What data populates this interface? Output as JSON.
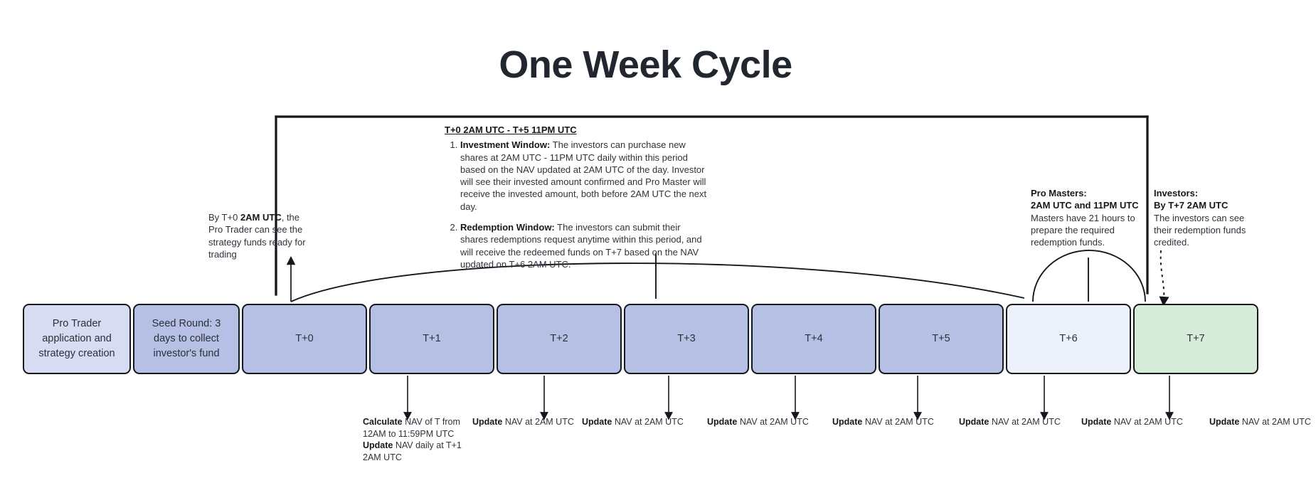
{
  "title": "One Week Cycle",
  "colors": {
    "stroke": "#14181d",
    "lilac": "#d7dcf2",
    "periwinkle": "#b6bfe4",
    "ice": "#edf1fb",
    "mint": "#d6ecd8",
    "text": "#2e333c",
    "background": "#ffffff"
  },
  "timeline": {
    "boxes": [
      {
        "id": "pro-trader-application",
        "label": "Pro Trader application and strategy creation",
        "fill": "#d7dcf2",
        "width": 152
      },
      {
        "id": "seed-round",
        "label": "Seed Round: 3 days  to collect investor's fund",
        "fill": "#b6bfe4",
        "width": 150
      },
      {
        "id": "t-plus-0",
        "label": "T+0",
        "fill": "#b6bfe4",
        "width": 176
      },
      {
        "id": "t-plus-1",
        "label": "T+1",
        "fill": "#b6bfe4",
        "width": 176
      },
      {
        "id": "t-plus-2",
        "label": "T+2",
        "fill": "#b6bfe4",
        "width": 176
      },
      {
        "id": "t-plus-3",
        "label": "T+3",
        "fill": "#b6bfe4",
        "width": 176
      },
      {
        "id": "t-plus-4",
        "label": "T+4",
        "fill": "#b6bfe4",
        "width": 176
      },
      {
        "id": "t-plus-5",
        "label": "T+5",
        "fill": "#b6bfe4",
        "width": 176
      },
      {
        "id": "t-plus-6",
        "label": "T+6",
        "fill": "#edf1fb",
        "width": 176
      },
      {
        "id": "t-plus-7",
        "label": "T+7",
        "fill": "#d6ecd8",
        "width": 176
      }
    ]
  },
  "notes": {
    "left": {
      "prefix": "By T+0 ",
      "bold": "2AM UTC",
      "suffix": ", the Pro Trader can see the strategy funds ready for trading"
    },
    "center": {
      "header": "T+0 2AM UTC - T+5 11PM UTC",
      "items": [
        {
          "bold": "Investment Window:",
          "text": " The investors can purchase new shares at 2AM UTC - 11PM UTC daily within this period based on the NAV updated at 2AM UTC of the day. Investor will see their invested amount confirmed and Pro Master will receive the invested amount, both before 2AM UTC the next day."
        },
        {
          "bold": "Redemption Window:",
          "text": " The investors can submit their shares redemptions request anytime within this period, and will receive the redeemed funds on T+7 based on the NAV updated on T+6 2AM UTC."
        }
      ]
    },
    "pro_masters": {
      "line1": "Pro Masters:",
      "line2": "2AM UTC and 11PM UTC",
      "body": "Masters have 21 hours to prepare the required redemption funds."
    },
    "investors": {
      "line1": "Investors:",
      "line2": "By T+7 2AM UTC",
      "body": "The investors can see their redemption funds credited."
    }
  },
  "nav_labels": [
    {
      "id": "nav-t0",
      "lines": [
        {
          "bold": "Calculate",
          "text": " NAV of T from"
        },
        {
          "bold": "",
          "text": "12AM to 11:59PM UTC"
        },
        {
          "bold": "Update",
          "text": " NAV daily at T+1"
        },
        {
          "bold": "",
          "text": "2AM UTC"
        }
      ]
    },
    {
      "id": "nav-t1",
      "lines": [
        {
          "bold": "Update",
          "text": " NAV at 2AM UTC"
        }
      ]
    },
    {
      "id": "nav-t2",
      "lines": [
        {
          "bold": "Update",
          "text": " NAV at 2AM UTC"
        }
      ]
    },
    {
      "id": "nav-t3",
      "lines": [
        {
          "bold": "Update",
          "text": " NAV at 2AM UTC"
        }
      ]
    },
    {
      "id": "nav-t4",
      "lines": [
        {
          "bold": "Update",
          "text": " NAV at 2AM UTC"
        }
      ]
    },
    {
      "id": "nav-t5",
      "lines": [
        {
          "bold": "Update",
          "text": " NAV at 2AM UTC"
        }
      ]
    },
    {
      "id": "nav-t6",
      "lines": [
        {
          "bold": "Update",
          "text": " NAV at 2AM UTC"
        }
      ]
    },
    {
      "id": "nav-t7",
      "lines": [
        {
          "bold": "Update",
          "text": " NAV at 2AM UTC"
        }
      ]
    }
  ]
}
